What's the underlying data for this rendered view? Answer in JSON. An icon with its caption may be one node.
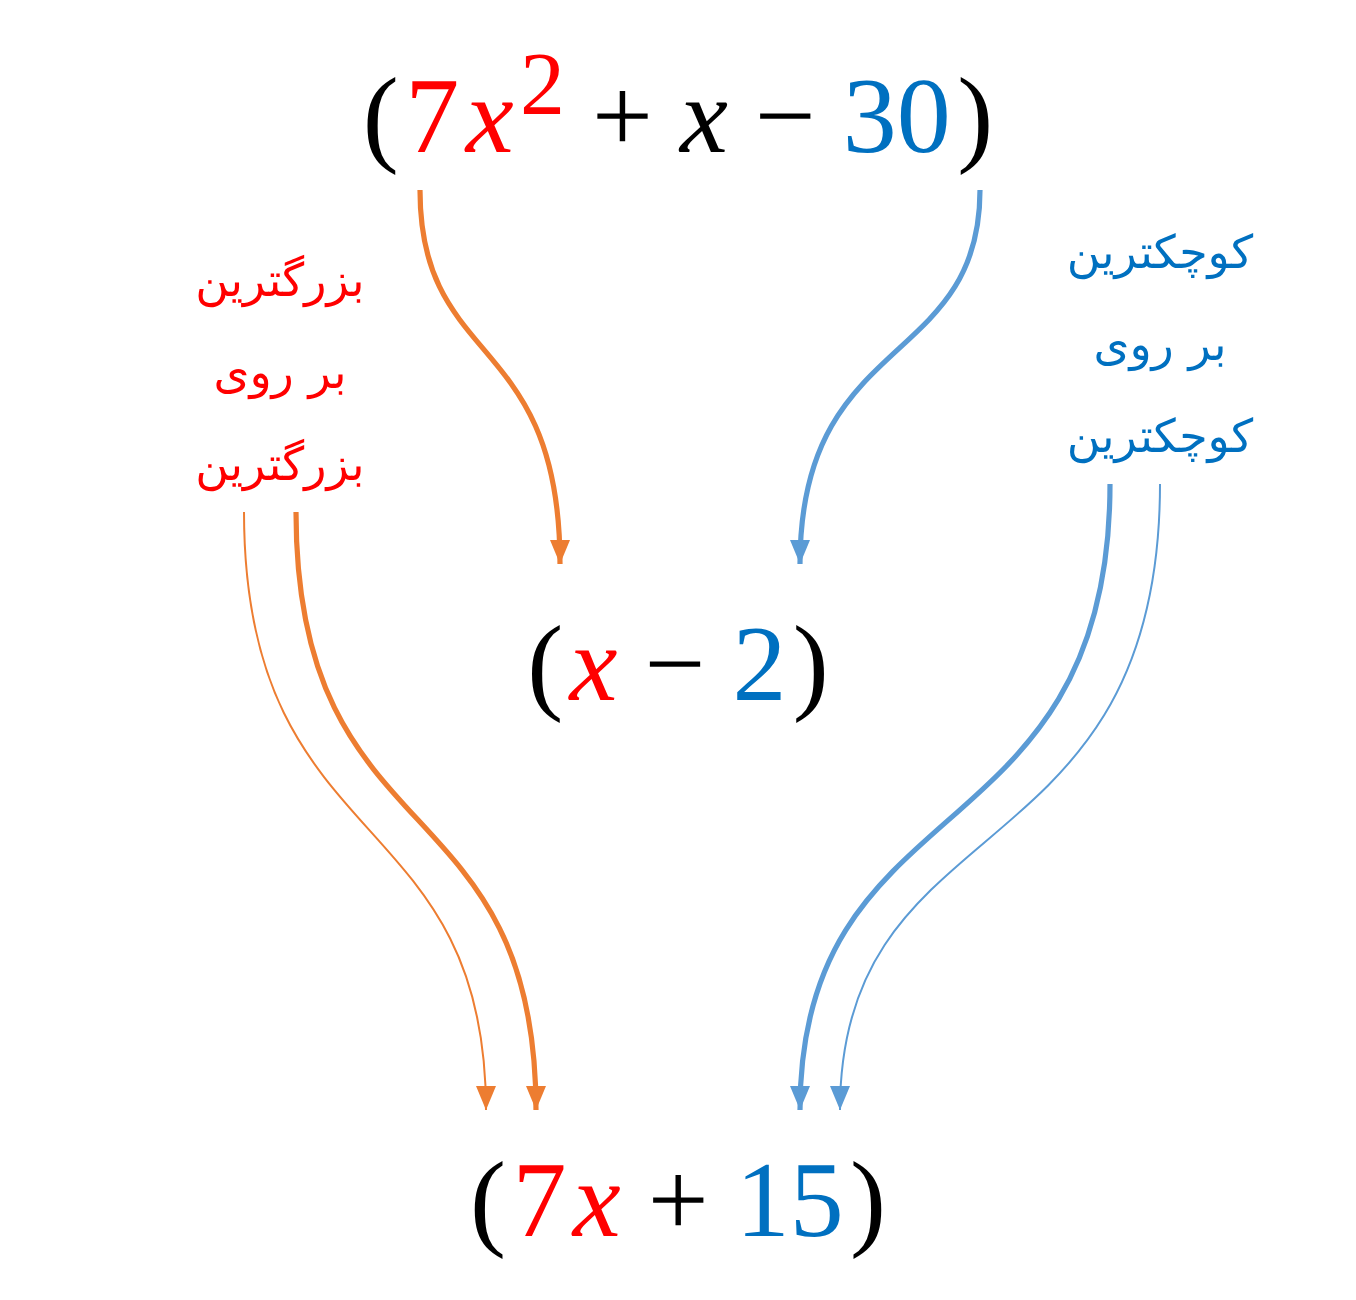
{
  "diagram": {
    "nodes": [
      {
        "text": [
          "(",
          "7",
          "x",
          "$^{2}$",
          "+",
          "x",
          "−",
          "30",
          ")"
        ]
      },
      {
        "text": [
          "(",
          "x",
          "−",
          "2",
          ")"
        ]
      },
      {
        "text": [
          "(",
          "7",
          "x",
          "+",
          "15",
          ")"
        ]
      },
      {
        "text": [
          "بزرگترین بر روی بزرگترین"
        ]
      },
      {
        "text": [
          "کوچکترین بر روی کوچکترین"
        ]
      }
    ],
    "edges": [
      {
        "from": 0,
        "to": 1,
        "arrow": "to",
        "color": "#ed7d31"
      },
      {
        "from": 0,
        "to": 1,
        "arrow": "to",
        "color": "#5b9bd5"
      },
      {
        "from": 3,
        "to": 2,
        "arrow": "to",
        "color": "#ed7d31"
      },
      {
        "from": 3,
        "to": 2,
        "arrow": "to",
        "color": "#ed7d31"
      },
      {
        "from": 4,
        "to": 2,
        "arrow": "to",
        "color": "#5b9bd5"
      },
      {
        "from": 4,
        "to": 2,
        "arrow": "to",
        "color": "#5b9bd5"
      }
    ]
  }
}
